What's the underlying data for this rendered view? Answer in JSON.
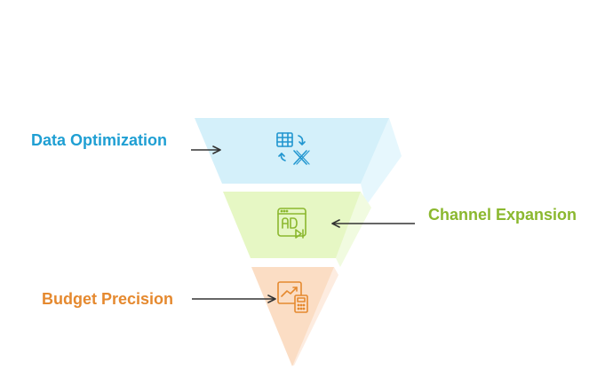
{
  "stages": [
    {
      "label": "Data Optimization",
      "icon": "table-transform-icon",
      "color": "#1f9fd3",
      "fill": "#d4f0fa"
    },
    {
      "label": "Channel Expansion",
      "icon": "ad-video-icon",
      "color": "#8bb82f",
      "fill": "#e6f7c4"
    },
    {
      "label": "Budget Precision",
      "icon": "chart-calculator-icon",
      "color": "#e5892f",
      "fill": "#fbddc4"
    }
  ]
}
